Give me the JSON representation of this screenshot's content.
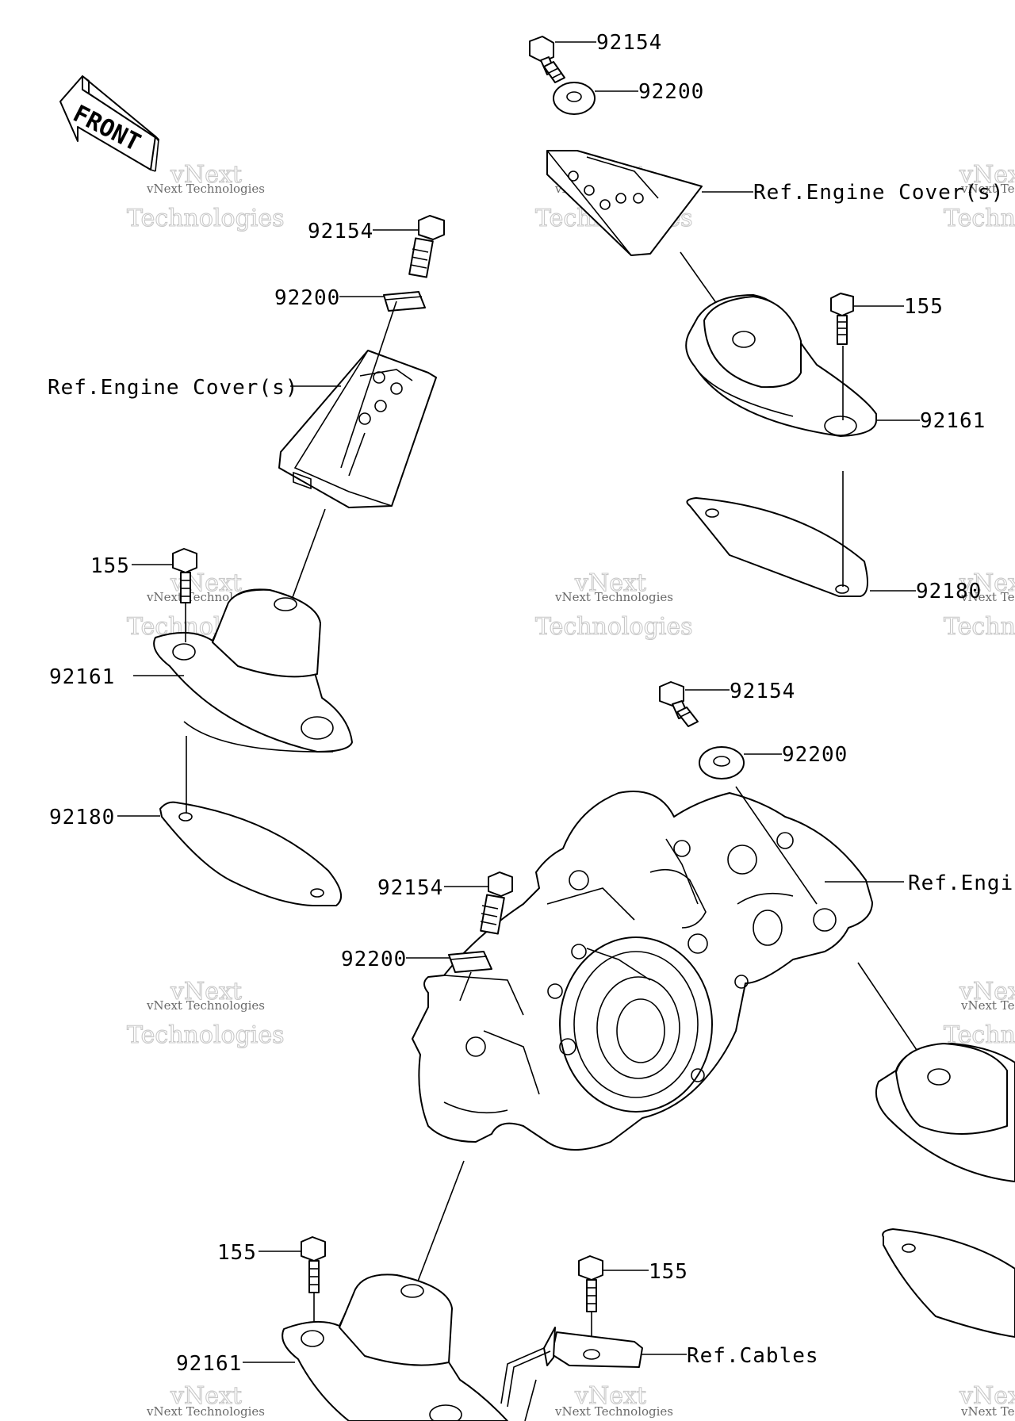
{
  "diagram": {
    "front_arrow_label": "FRONT",
    "watermark": {
      "line1": "vNext",
      "line2": "Technologies",
      "small": "vNext Technologies"
    },
    "labels": {
      "p92154_a": "92154",
      "p92200_a": "92200",
      "ref_engine_cover_a": "Ref.Engine Cover(s)",
      "p155_a": "155",
      "p92161_a": "92161",
      "p92180_a": "92180",
      "p92154_b": "92154",
      "p92200_b": "92200",
      "ref_engine_cover_b": "Ref.Engine Cover(s)",
      "p155_b": "155",
      "p92161_b": "92161",
      "p92180_b": "92180",
      "p92154_c": "92154",
      "p92200_c": "92200",
      "ref_engine_c": "Ref.Engi",
      "p92154_d": "92154",
      "p92200_d": "92200",
      "p155_c": "155",
      "p92161_c": "92161",
      "p155_d": "155",
      "ref_cables": "Ref.Cables"
    }
  }
}
